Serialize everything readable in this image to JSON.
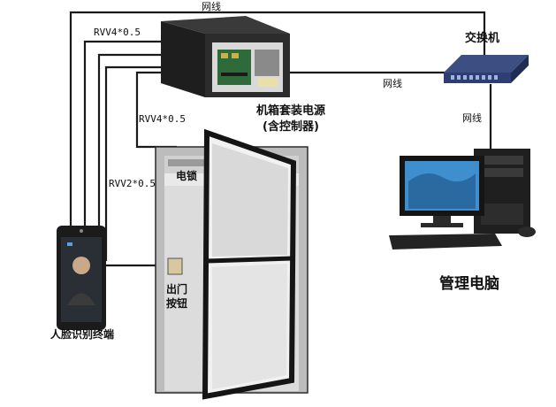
{
  "labels": {
    "net_top": "网线",
    "net_mid": "网线",
    "net_right": "网线",
    "rvv_top": "RVV4*0.5",
    "rvv_mid": "RVV4*0.5",
    "rvv2": "RVV2*0.5",
    "switch": "交换机",
    "cabinet_line1": "机箱套装电源",
    "cabinet_line2": "(含控制器)",
    "lock": "电锁",
    "exit_line1": "出门",
    "exit_line2": "按钮",
    "terminal": "人脸识别终端",
    "computer": "管理电脑"
  },
  "colors": {
    "wire": "#1a1a1a",
    "door_frame": "#2b2b2b",
    "cabinet": "#2a2a2a",
    "switch_body": "#2d3f72",
    "monitor_screen": "#3f8fcf"
  }
}
